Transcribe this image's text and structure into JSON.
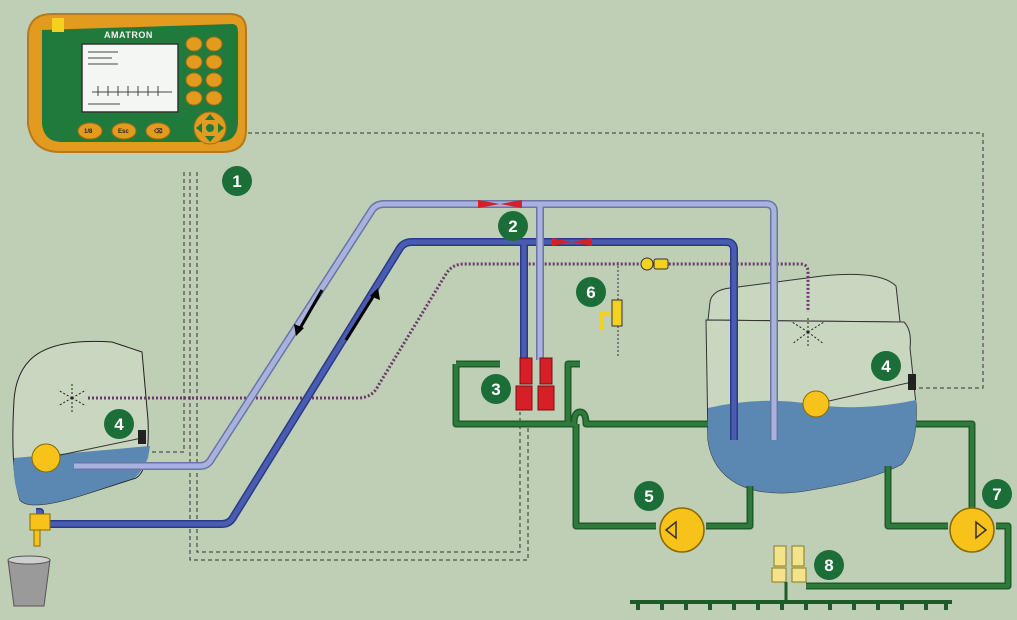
{
  "terminal": {
    "brand": "AMATRON",
    "button_labels": [
      "1/8",
      "Esc",
      "⌫"
    ]
  },
  "badges": [
    {
      "id": "1",
      "label": "1"
    },
    {
      "id": "2",
      "label": "2"
    },
    {
      "id": "3",
      "label": "3"
    },
    {
      "id": "4a",
      "label": "4"
    },
    {
      "id": "4b",
      "label": "4"
    },
    {
      "id": "5",
      "label": "5"
    },
    {
      "id": "6",
      "label": "6"
    },
    {
      "id": "7",
      "label": "7"
    },
    {
      "id": "8",
      "label": "8"
    }
  ],
  "colors": {
    "background": "#bfcfb6",
    "terminal_body": "#e29a1f",
    "terminal_face": "#1f7a3c",
    "badge": "#1c6e38",
    "water": "#5b87b3",
    "pipe_light": "#a9b2dc",
    "pipe_dark": "#4a5cb0",
    "pipe_green": "#2d7a3a",
    "return_line": "#6b3a6b",
    "pump": "#f7c21a",
    "valve_red": "#d61f26",
    "nozzle_yellow": "#f3e38a"
  }
}
